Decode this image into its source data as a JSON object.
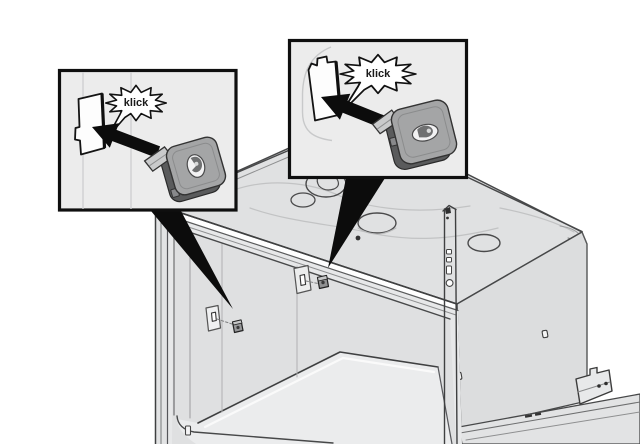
{
  "figure": {
    "type": "appliance-installation-diagram",
    "subject": "Built-in oven chassis with two snap-in clips pressed into slots on the rear wall",
    "background": "#ffffff"
  },
  "callouts": {
    "left": {
      "name": "clip-detail-left",
      "sound_label": "klick"
    },
    "right": {
      "name": "clip-detail-right",
      "sound_label": "klick"
    }
  },
  "colors": {
    "outline": "#3f4041",
    "callout_border": "#0f0f0f",
    "callout_fill": "#ececec",
    "pointer": "#0c0c0c",
    "metal_light": "#e7e8e9",
    "metal_mid": "#dcddde",
    "clip_body": "#a4a5a6",
    "clip_shadow": "#5a5b5c",
    "starburst_fill": "#ffffff",
    "label_color": "#1a1a1a"
  }
}
